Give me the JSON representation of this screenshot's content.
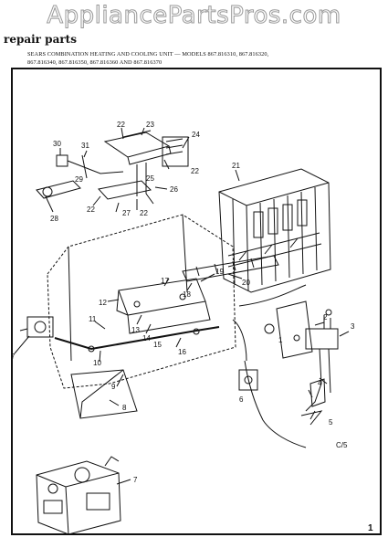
{
  "watermark": "AppliancePartsPros.com",
  "heading": "repair parts",
  "subtitle_line1": "SEARS COMBINATION HEATING AND COOLING UNIT — MODELS 867.816310, 867.816320,",
  "subtitle_line2": "867.816340, 867.816350, 867.816360 AND 867.816370",
  "diagram_code": "C/5",
  "corner_mark": "1",
  "labels": {
    "l1": "1",
    "l2": "2",
    "l3": "3",
    "l4": "4",
    "l5": "5",
    "l6": "6",
    "l7a": "7",
    "l7b": "7",
    "l8": "8",
    "l9": "9",
    "l10": "10",
    "l11": "11",
    "l12": "12",
    "l13": "13",
    "l14": "14",
    "l15": "15",
    "l16": "16",
    "l17": "17",
    "l18": "18",
    "l19": "19",
    "l20": "20",
    "l21": "21",
    "l22a": "22",
    "l22b": "22",
    "l22c": "22",
    "l22d": "22",
    "l23": "23",
    "l24": "24",
    "l25": "25",
    "l26": "26",
    "l27": "27",
    "l28": "28",
    "l29": "29",
    "l30": "30",
    "l31": "31"
  }
}
